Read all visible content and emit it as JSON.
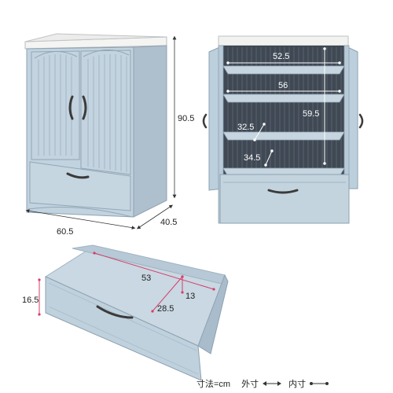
{
  "dimensions": {
    "outer_height": "90.5",
    "outer_width": "60.5",
    "outer_depth": "40.5",
    "inner_top_width": "52.5",
    "inner_shelf_width": "56",
    "inner_height": "59.5",
    "shelf_depth": "32.5",
    "bottom_depth": "34.5",
    "drawer_inner_width": "53",
    "drawer_inner_height": "13",
    "drawer_inner_depth": "28.5",
    "drawer_outer_height": "16.5"
  },
  "legend": {
    "unit_label": "寸法=cm",
    "outer_label": "外寸",
    "inner_label": "内寸"
  },
  "colors": {
    "body": "#bccfdc",
    "top": "#f2f2f0",
    "interior": "#3c4550",
    "accent": "#d63d6a"
  }
}
